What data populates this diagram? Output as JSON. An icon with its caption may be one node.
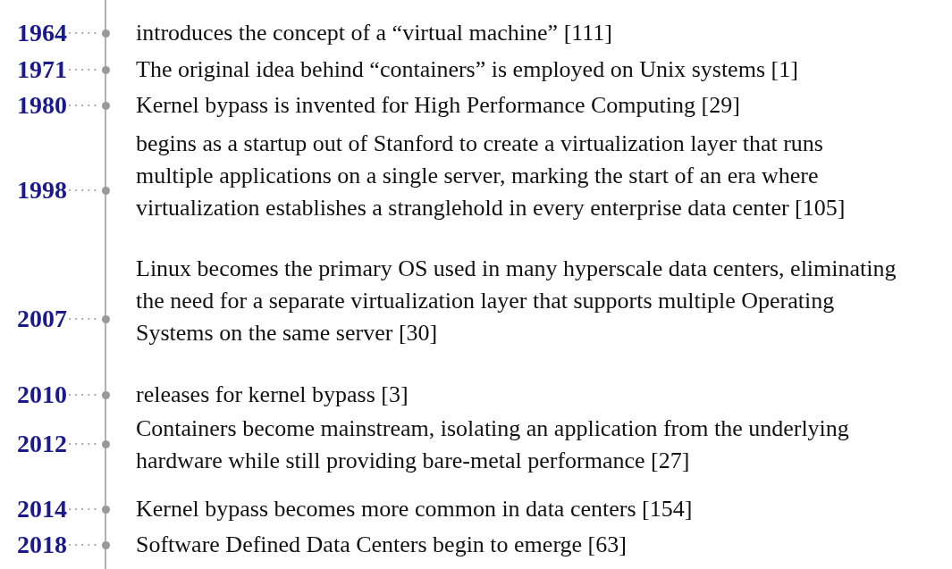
{
  "diagram": {
    "nodes": [
      {
        "text": [
          "1964"
        ]
      },
      {
        "text": [],
        "shape": "circle",
        "beside": [
          "introduces the concept of a “virtual machine” [111]"
        ]
      },
      {
        "text": [
          "1971"
        ]
      },
      {
        "text": [],
        "shape": "circle",
        "beside": [
          "The original idea behind “containers” is employed on Unix systems [1]"
        ]
      },
      {
        "text": [
          "1980"
        ]
      },
      {
        "text": [],
        "shape": "circle",
        "beside": [
          "Kernel bypass is invented for High Performance Computing [29]"
        ]
      },
      {
        "text": [
          "1998"
        ]
      },
      {
        "text": [],
        "shape": "circle",
        "beside": [
          "begins as a startup out of Stanford to create a virtualization layer that runs multiple applications on a single server, marking the start of an era where virtualization establishes a stranglehold in every enterprise data center [105]"
        ]
      },
      {
        "text": [
          "2007"
        ]
      },
      {
        "text": [],
        "shape": "circle",
        "beside": [
          "Linux becomes the primary OS used in many hyperscale data centers, eliminating the need for a separate virtualization layer that supports multiple Operating Systems on the same server [30]"
        ]
      },
      {
        "text": [
          "2010"
        ]
      },
      {
        "text": [],
        "shape": "circle",
        "beside": [
          "releases for kernel bypass [3]"
        ]
      },
      {
        "text": [
          "2012"
        ]
      },
      {
        "text": [],
        "shape": "circle",
        "beside": [
          "Containers become mainstream, isolating an application from the underlying hardware while still providing bare-metal performance [27]"
        ]
      },
      {
        "text": [
          "2014"
        ]
      },
      {
        "text": [],
        "shape": "circle",
        "beside": [
          "Kernel bypass becomes more common in data centers [154]"
        ]
      },
      {
        "text": [
          "2018"
        ]
      },
      {
        "text": [],
        "shape": "circle",
        "beside": [
          "Software Defined Data Centers begin to emerge [63]"
        ]
      }
    ],
    "edges": [
      {
        "from": 0,
        "to": 1,
        "arrow": "none",
        "style": "dashed"
      },
      {
        "from": 2,
        "to": 3,
        "arrow": "none",
        "style": "dashed"
      },
      {
        "from": 4,
        "to": 5,
        "arrow": "none",
        "style": "dashed"
      },
      {
        "from": 6,
        "to": 7,
        "arrow": "none",
        "style": "dashed"
      },
      {
        "from": 8,
        "to": 9,
        "arrow": "none",
        "style": "dashed"
      },
      {
        "from": 10,
        "to": 11,
        "arrow": "none",
        "style": "dashed"
      },
      {
        "from": 12,
        "to": 13,
        "arrow": "none",
        "style": "dashed"
      },
      {
        "from": 14,
        "to": 15,
        "arrow": "none",
        "style": "dashed"
      },
      {
        "from": 16,
        "to": 17,
        "arrow": "none",
        "style": "dashed"
      }
    ]
  }
}
